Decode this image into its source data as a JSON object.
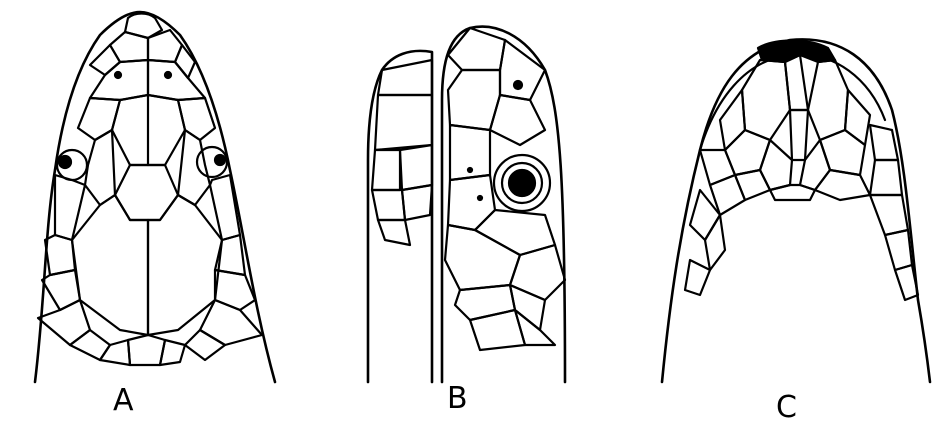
{
  "figure": {
    "panels": [
      {
        "label": "A",
        "view": "dorsal"
      },
      {
        "label": "B",
        "view": "lateral"
      },
      {
        "label": "C",
        "view": "ventral"
      }
    ]
  },
  "colors": {
    "ink": "#000000",
    "background": "#ffffff"
  }
}
